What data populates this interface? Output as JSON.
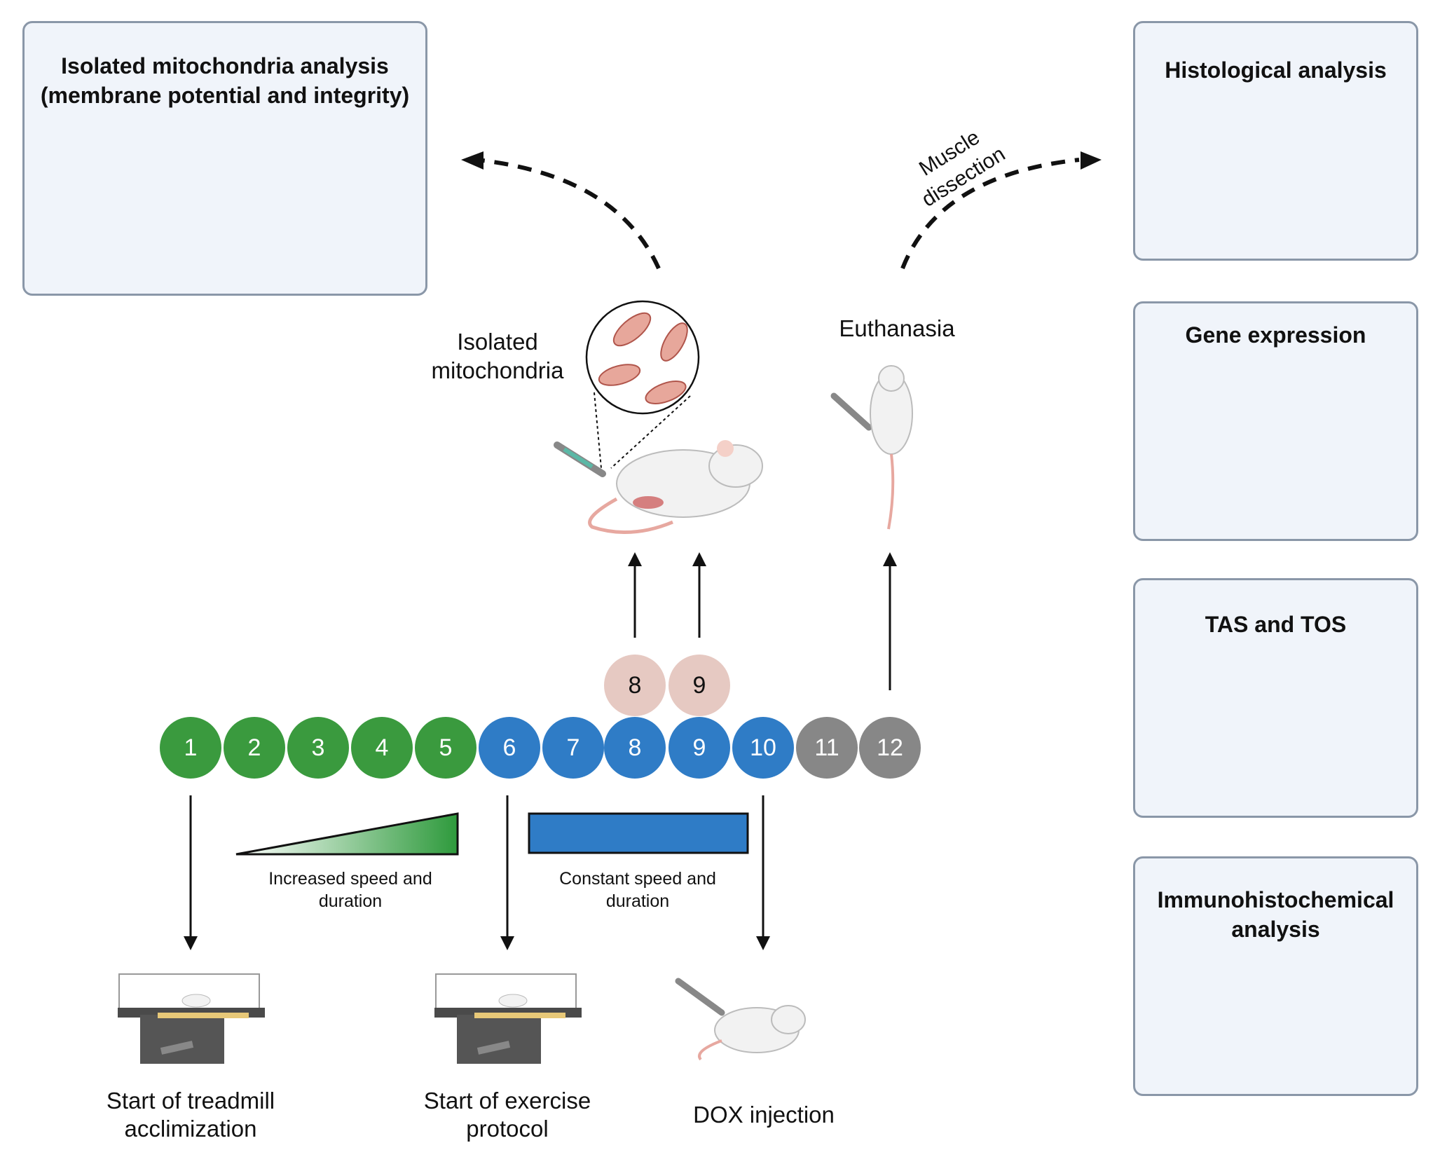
{
  "panels": {
    "mito_analysis": "Isolated mitochondria analysis (membrane potential and integrity)",
    "mito_analysis_line1": "Isolated mitochondria analysis",
    "mito_analysis_line2": "(membrane potential and integrity)",
    "histological": "Histological analysis",
    "gene_expression": "Gene expression",
    "tas_tos": "TAS and TOS",
    "ihc_line1": "Immunohistochemical",
    "ihc_line2": "analysis"
  },
  "center": {
    "isolated_mito_line1": "Isolated",
    "isolated_mito_line2": "mitochondria",
    "euthanasia": "Euthanasia",
    "muscle_line1": "Muscle",
    "muscle_line2": "dissection"
  },
  "timeline": {
    "days": [
      {
        "label": "1",
        "phase": "green"
      },
      {
        "label": "2",
        "phase": "green"
      },
      {
        "label": "3",
        "phase": "green"
      },
      {
        "label": "4",
        "phase": "green"
      },
      {
        "label": "5",
        "phase": "green"
      },
      {
        "label": "6",
        "phase": "blue"
      },
      {
        "label": "7",
        "phase": "blue"
      },
      {
        "label": "8",
        "phase": "blue"
      },
      {
        "label": "9",
        "phase": "blue"
      },
      {
        "label": "10",
        "phase": "blue"
      },
      {
        "label": "11",
        "phase": "gray"
      },
      {
        "label": "12",
        "phase": "gray"
      }
    ],
    "extra_days": [
      "8",
      "9"
    ],
    "increased_line1": "Increased speed and",
    "increased_line2": "duration",
    "constant_line1": "Constant speed and",
    "constant_line2": "duration"
  },
  "events": {
    "treadmill_line1": "Start of treadmill",
    "treadmill_line2": "acclimization",
    "exercise_line1": "Start of exercise",
    "exercise_line2": "protocol",
    "dox": "DOX injection"
  },
  "colors": {
    "green": "#3a9a3e",
    "blue": "#2f7cc6",
    "gray": "#878787",
    "pink_day": "#e6c9c2",
    "panel_bg": "#f0f4fa",
    "panel_border": "#8a97a8"
  }
}
